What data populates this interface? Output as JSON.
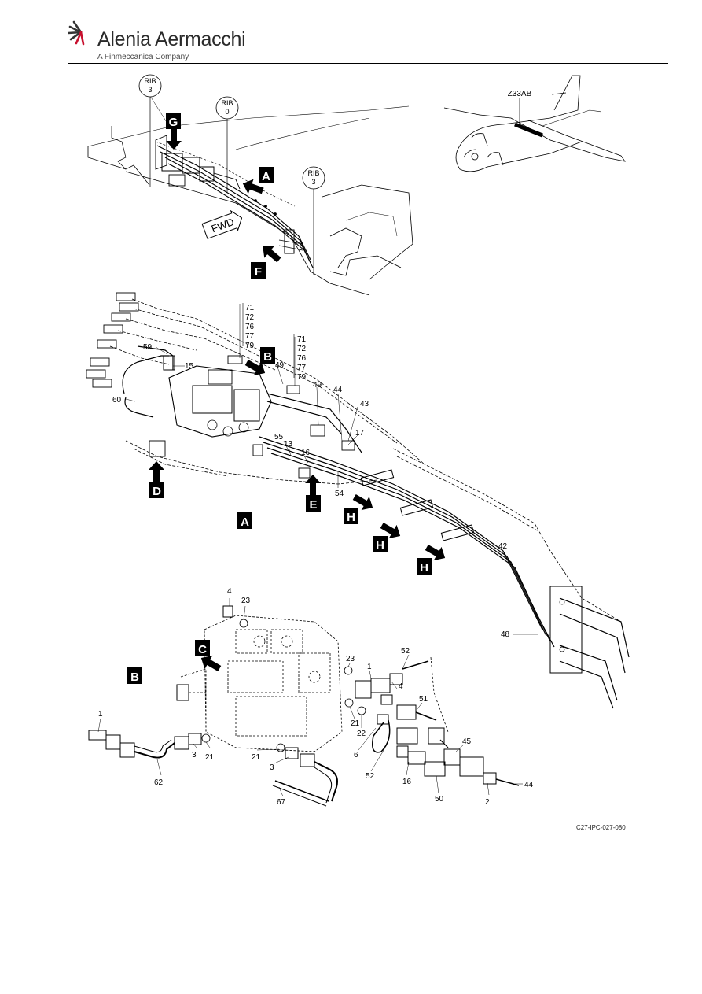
{
  "header": {
    "company_name": "Alenia Aermacchi",
    "company_subtitle": "A Finmeccanica Company"
  },
  "overview": {
    "rib_callouts": [
      {
        "line1": "RIB",
        "line2": "3"
      },
      {
        "line1": "RIB",
        "line2": "0"
      },
      {
        "line1": "RIB",
        "line2": "3"
      }
    ],
    "view_flags": [
      "G",
      "A",
      "F"
    ],
    "fwd_label": "FWD",
    "zone_label": "Z33AB"
  },
  "detail_a": {
    "flag": "A",
    "view_flags": [
      "B",
      "D",
      "E",
      "H",
      "H",
      "H"
    ],
    "group_labels_1": [
      "71",
      "72",
      "76",
      "77",
      "79"
    ],
    "group_labels_2": [
      "71",
      "72",
      "76",
      "77",
      "79"
    ],
    "item_labels": [
      "59",
      "15",
      "49",
      "49",
      "44",
      "43",
      "17",
      "60",
      "55",
      "13",
      "16",
      "54",
      "42",
      "48"
    ]
  },
  "detail_b": {
    "flag": "B",
    "view_flags": [
      "C"
    ],
    "item_labels": [
      "4",
      "23",
      "23",
      "52",
      "1",
      "4",
      "51",
      "21",
      "22",
      "45",
      "6",
      "1",
      "3",
      "21",
      "21",
      "3",
      "62",
      "52",
      "16",
      "50",
      "2",
      "44",
      "67"
    ]
  },
  "figure_code": "C27-IPC-027-080"
}
